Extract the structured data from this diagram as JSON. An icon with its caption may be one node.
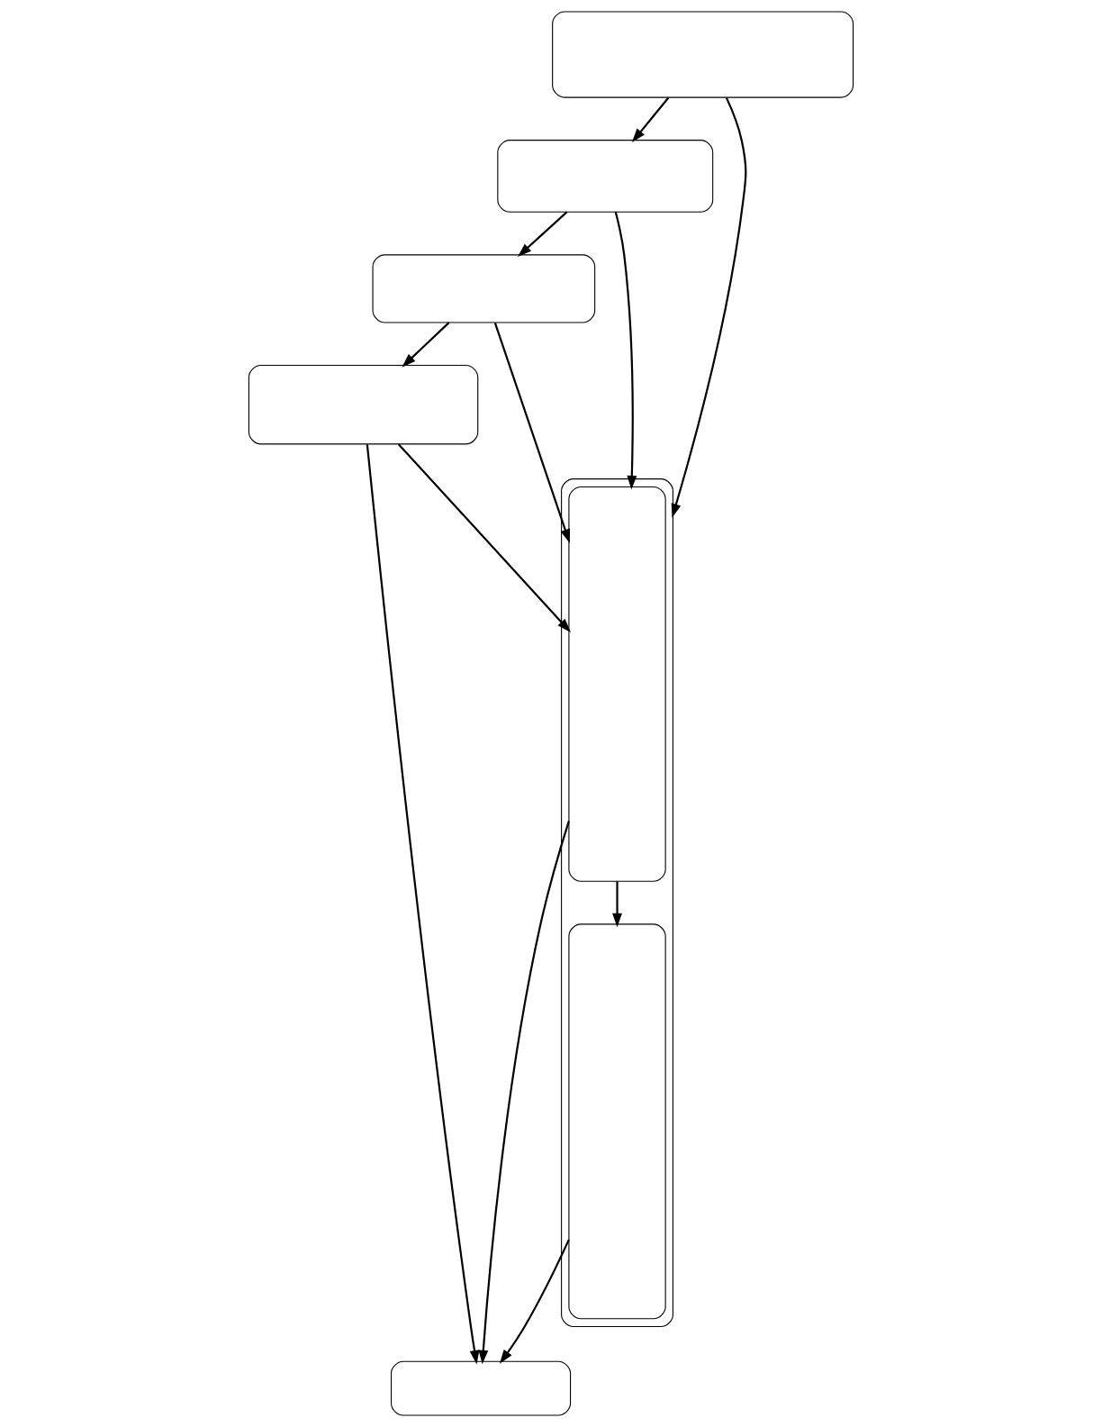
{
  "diagram": {
    "nodes": [
      {
        "text": [],
        "shape": "box"
      },
      {
        "text": [],
        "shape": "box"
      },
      {
        "text": [],
        "shape": "box"
      },
      {
        "text": [],
        "shape": "box",
        "in": 2
      },
      {
        "text": [],
        "shape": "box",
        "in": 2
      },
      {
        "text": [],
        "shape": "box"
      },
      {
        "text": [],
        "shape": "box"
      },
      {
        "text": [],
        "shape": "box"
      }
    ],
    "edges": [
      {
        "from": 0,
        "to": 1,
        "arrow": "to"
      },
      {
        "from": 0,
        "to": 2,
        "arrow": "to"
      },
      {
        "from": 1,
        "to": 3,
        "arrow": "to"
      },
      {
        "from": 1,
        "to": 5,
        "arrow": "to"
      },
      {
        "from": 5,
        "to": 3,
        "arrow": "to"
      },
      {
        "from": 5,
        "to": 6,
        "arrow": "to"
      },
      {
        "from": 6,
        "to": 3,
        "arrow": "to"
      },
      {
        "from": 6,
        "to": 7,
        "arrow": "to"
      },
      {
        "from": 3,
        "to": 4,
        "arrow": "to"
      },
      {
        "from": 3,
        "to": 7,
        "arrow": "to"
      },
      {
        "from": 4,
        "to": 7,
        "arrow": "to"
      }
    ]
  }
}
